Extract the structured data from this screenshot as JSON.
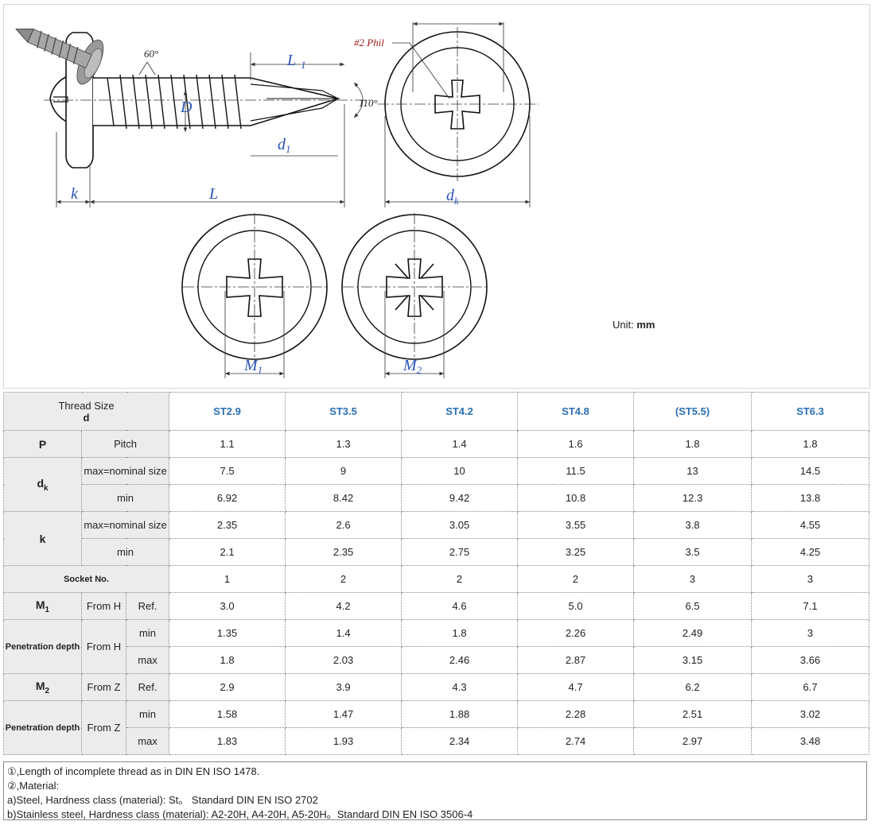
{
  "drawing": {
    "labels": {
      "angle60": "60°",
      "L1": "L",
      "L1sub": "1",
      "D": "D",
      "d1": "d",
      "d1sub": "1",
      "angle110": "110°",
      "k": "k",
      "L": "L",
      "phil": "#2 Phil",
      "dk": "d",
      "dksub": "k",
      "M1": "M",
      "M1sub": "1",
      "M2": "M",
      "M2sub": "2"
    },
    "unit_label": "Unit:",
    "unit_value": "mm"
  },
  "table": {
    "header_thread_size": "Thread Size",
    "header_d": "d",
    "sizes": [
      "ST2.9",
      "ST3.5",
      "ST4.2",
      "ST4.8",
      "(ST5.5)",
      "ST6.3"
    ],
    "P": {
      "label": "P",
      "sub": "Pitch",
      "values": [
        "1.1",
        "1.3",
        "1.4",
        "1.6",
        "1.8",
        "1.8"
      ]
    },
    "dk": {
      "label": "d",
      "label_sub": "k",
      "max_label": "max=nominal size",
      "max": [
        "7.5",
        "9",
        "10",
        "11.5",
        "13",
        "14.5"
      ],
      "min_label": "min",
      "min": [
        "6.92",
        "8.42",
        "9.42",
        "10.8",
        "12.3",
        "13.8"
      ]
    },
    "k": {
      "label": "k",
      "max_label": "max=nominal size",
      "max": [
        "2.35",
        "2.6",
        "3.05",
        "3.55",
        "3.8",
        "4.55"
      ],
      "min_label": "min",
      "min": [
        "2.1",
        "2.35",
        "2.75",
        "3.25",
        "3.5",
        "4.25"
      ]
    },
    "socket": {
      "label": "Socket No.",
      "values": [
        "1",
        "2",
        "2",
        "2",
        "3",
        "3"
      ]
    },
    "M1": {
      "label": "M",
      "label_sub": "1",
      "from": "From H",
      "ref": "Ref.",
      "values": [
        "3.0",
        "4.2",
        "4.6",
        "5.0",
        "6.5",
        "7.1"
      ]
    },
    "pen1": {
      "label": "Penetration depth",
      "from": "From H",
      "min_label": "min",
      "min": [
        "1.35",
        "1.4",
        "1.8",
        "2.26",
        "2.49",
        "3"
      ],
      "max_label": "max",
      "max": [
        "1.8",
        "2.03",
        "2.46",
        "2.87",
        "3.15",
        "3.66"
      ]
    },
    "M2": {
      "label": "M",
      "label_sub": "2",
      "from": "From Z",
      "ref": "Ref.",
      "values": [
        "2.9",
        "3.9",
        "4.3",
        "4.7",
        "6.2",
        "6.7"
      ]
    },
    "pen2": {
      "label": "Penetration depth",
      "from": "From Z",
      "min_label": "min",
      "min": [
        "1.58",
        "1.47",
        "1.88",
        "2.28",
        "2.51",
        "3.02"
      ],
      "max_label": "max",
      "max": [
        "1.83",
        "1.93",
        "2.34",
        "2.74",
        "2.97",
        "3.48"
      ]
    }
  },
  "notes": [
    "①,Length of incomplete thread as in DIN EN ISO 1478.",
    "②,Material:",
    "a)Steel, Hardness class (material): St。 Standard DIN EN ISO 2702",
    "b)Stainless steel, Hardness class (material): A2-20H, A4-20H, A5-20H。Standard DIN EN ISO 3506-4"
  ],
  "colors": {
    "dim_blue": "#2c55b8",
    "phil_red": "#a01818",
    "header_blue": "#2b6fb6",
    "label_bg": "#ececec"
  }
}
